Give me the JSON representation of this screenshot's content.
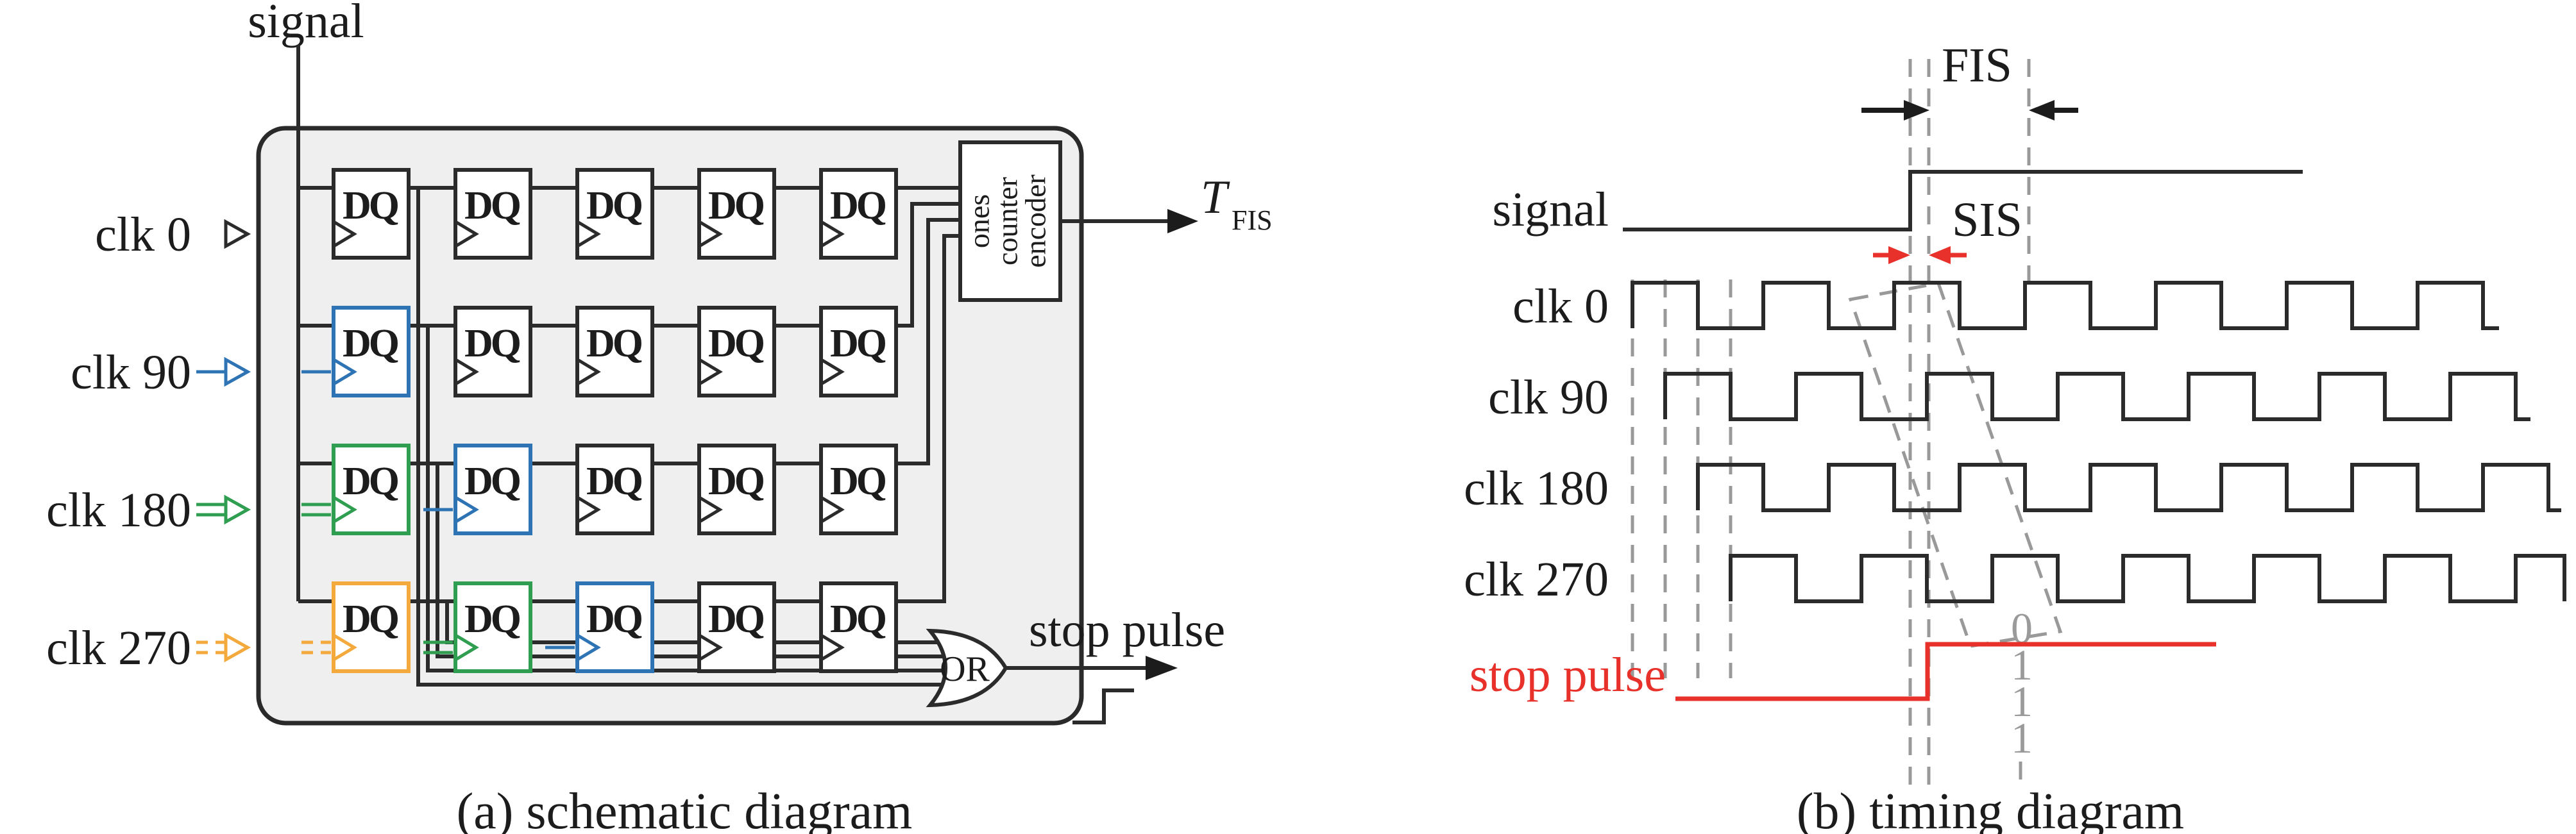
{
  "figure": {
    "colors": {
      "line": "#2b2b2b",
      "blue": "#2e74b5",
      "green": "#2f9e50",
      "orange": "#f3a93c",
      "red": "#e8312a",
      "gray_dash": "#999999",
      "box_fill": "#efefef"
    },
    "panel_a": {
      "caption": "(a) schematic diagram",
      "signal_label": "signal",
      "clock_inputs": [
        {
          "label": "clk 0",
          "color": "#2b2b2b",
          "arrow_style": "plain-triangle"
        },
        {
          "label": "clk 90",
          "color": "#2e74b5",
          "arrow_style": "single-line-triangle"
        },
        {
          "label": "clk 180",
          "color": "#2f9e50",
          "arrow_style": "double-line-triangle"
        },
        {
          "label": "clk 270",
          "color": "#f3a93c",
          "arrow_style": "dashed-double-line-triangle"
        }
      ],
      "flip_flop": {
        "d": "D",
        "q": "Q"
      },
      "encoder_lines": [
        "ones",
        "counter",
        "encoder"
      ],
      "or_gate_label": "OR",
      "t_fis_main": "T",
      "t_fis_sub": "FIS",
      "stop_pulse_label": "stop pulse"
    },
    "panel_b": {
      "caption": "(b) timing diagram",
      "signal_label": "signal",
      "clock_labels": [
        "clk 0",
        "clk 90",
        "clk 180",
        "clk 270"
      ],
      "stop_pulse_label": "stop pulse",
      "fis_label": "FIS",
      "sis_label": "SIS",
      "sampled_bits": [
        "0",
        "1",
        "1",
        "1"
      ]
    }
  }
}
